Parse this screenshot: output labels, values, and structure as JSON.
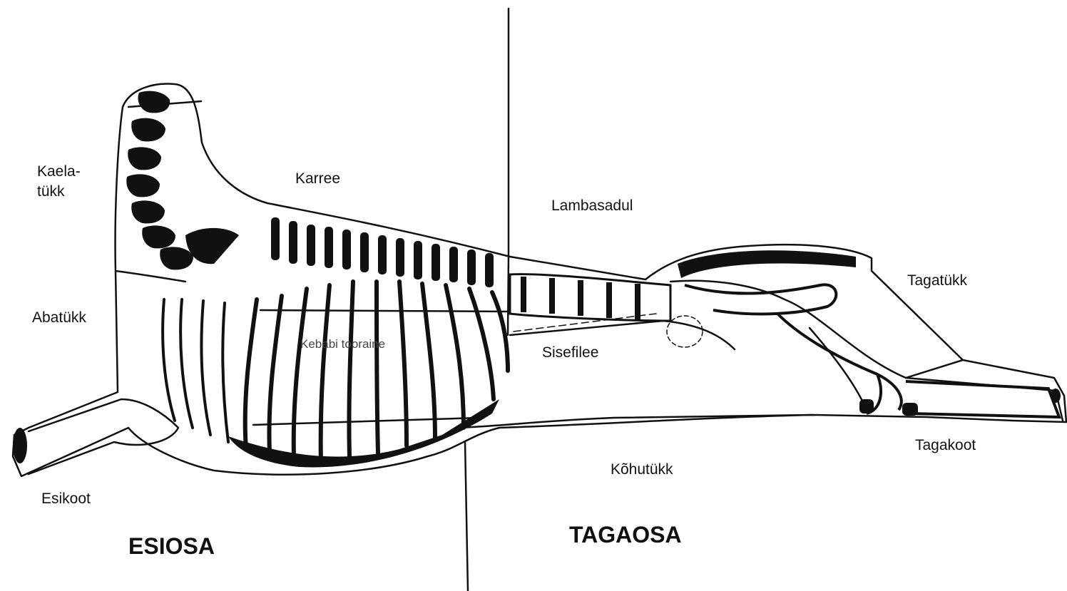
{
  "labels": {
    "kaelatukk_line1": "Kaela-",
    "kaelatukk_line2": "tükk",
    "karree": "Karree",
    "lambasadul": "Lambasadul",
    "abatukk": "Abatükk",
    "kebabi": "Kebabi tooraine",
    "sisefilee": "Sisefilee",
    "tagatukk": "Tagatükk",
    "tagakoot": "Tagakoot",
    "kohutukk": "Kõhutükk",
    "esikoot": "Esikoot",
    "esiosa": "ESIOSA",
    "tagaosa": "TAGAOSA"
  },
  "colors": {
    "ink": "#111111",
    "paper": "#ffffff"
  }
}
